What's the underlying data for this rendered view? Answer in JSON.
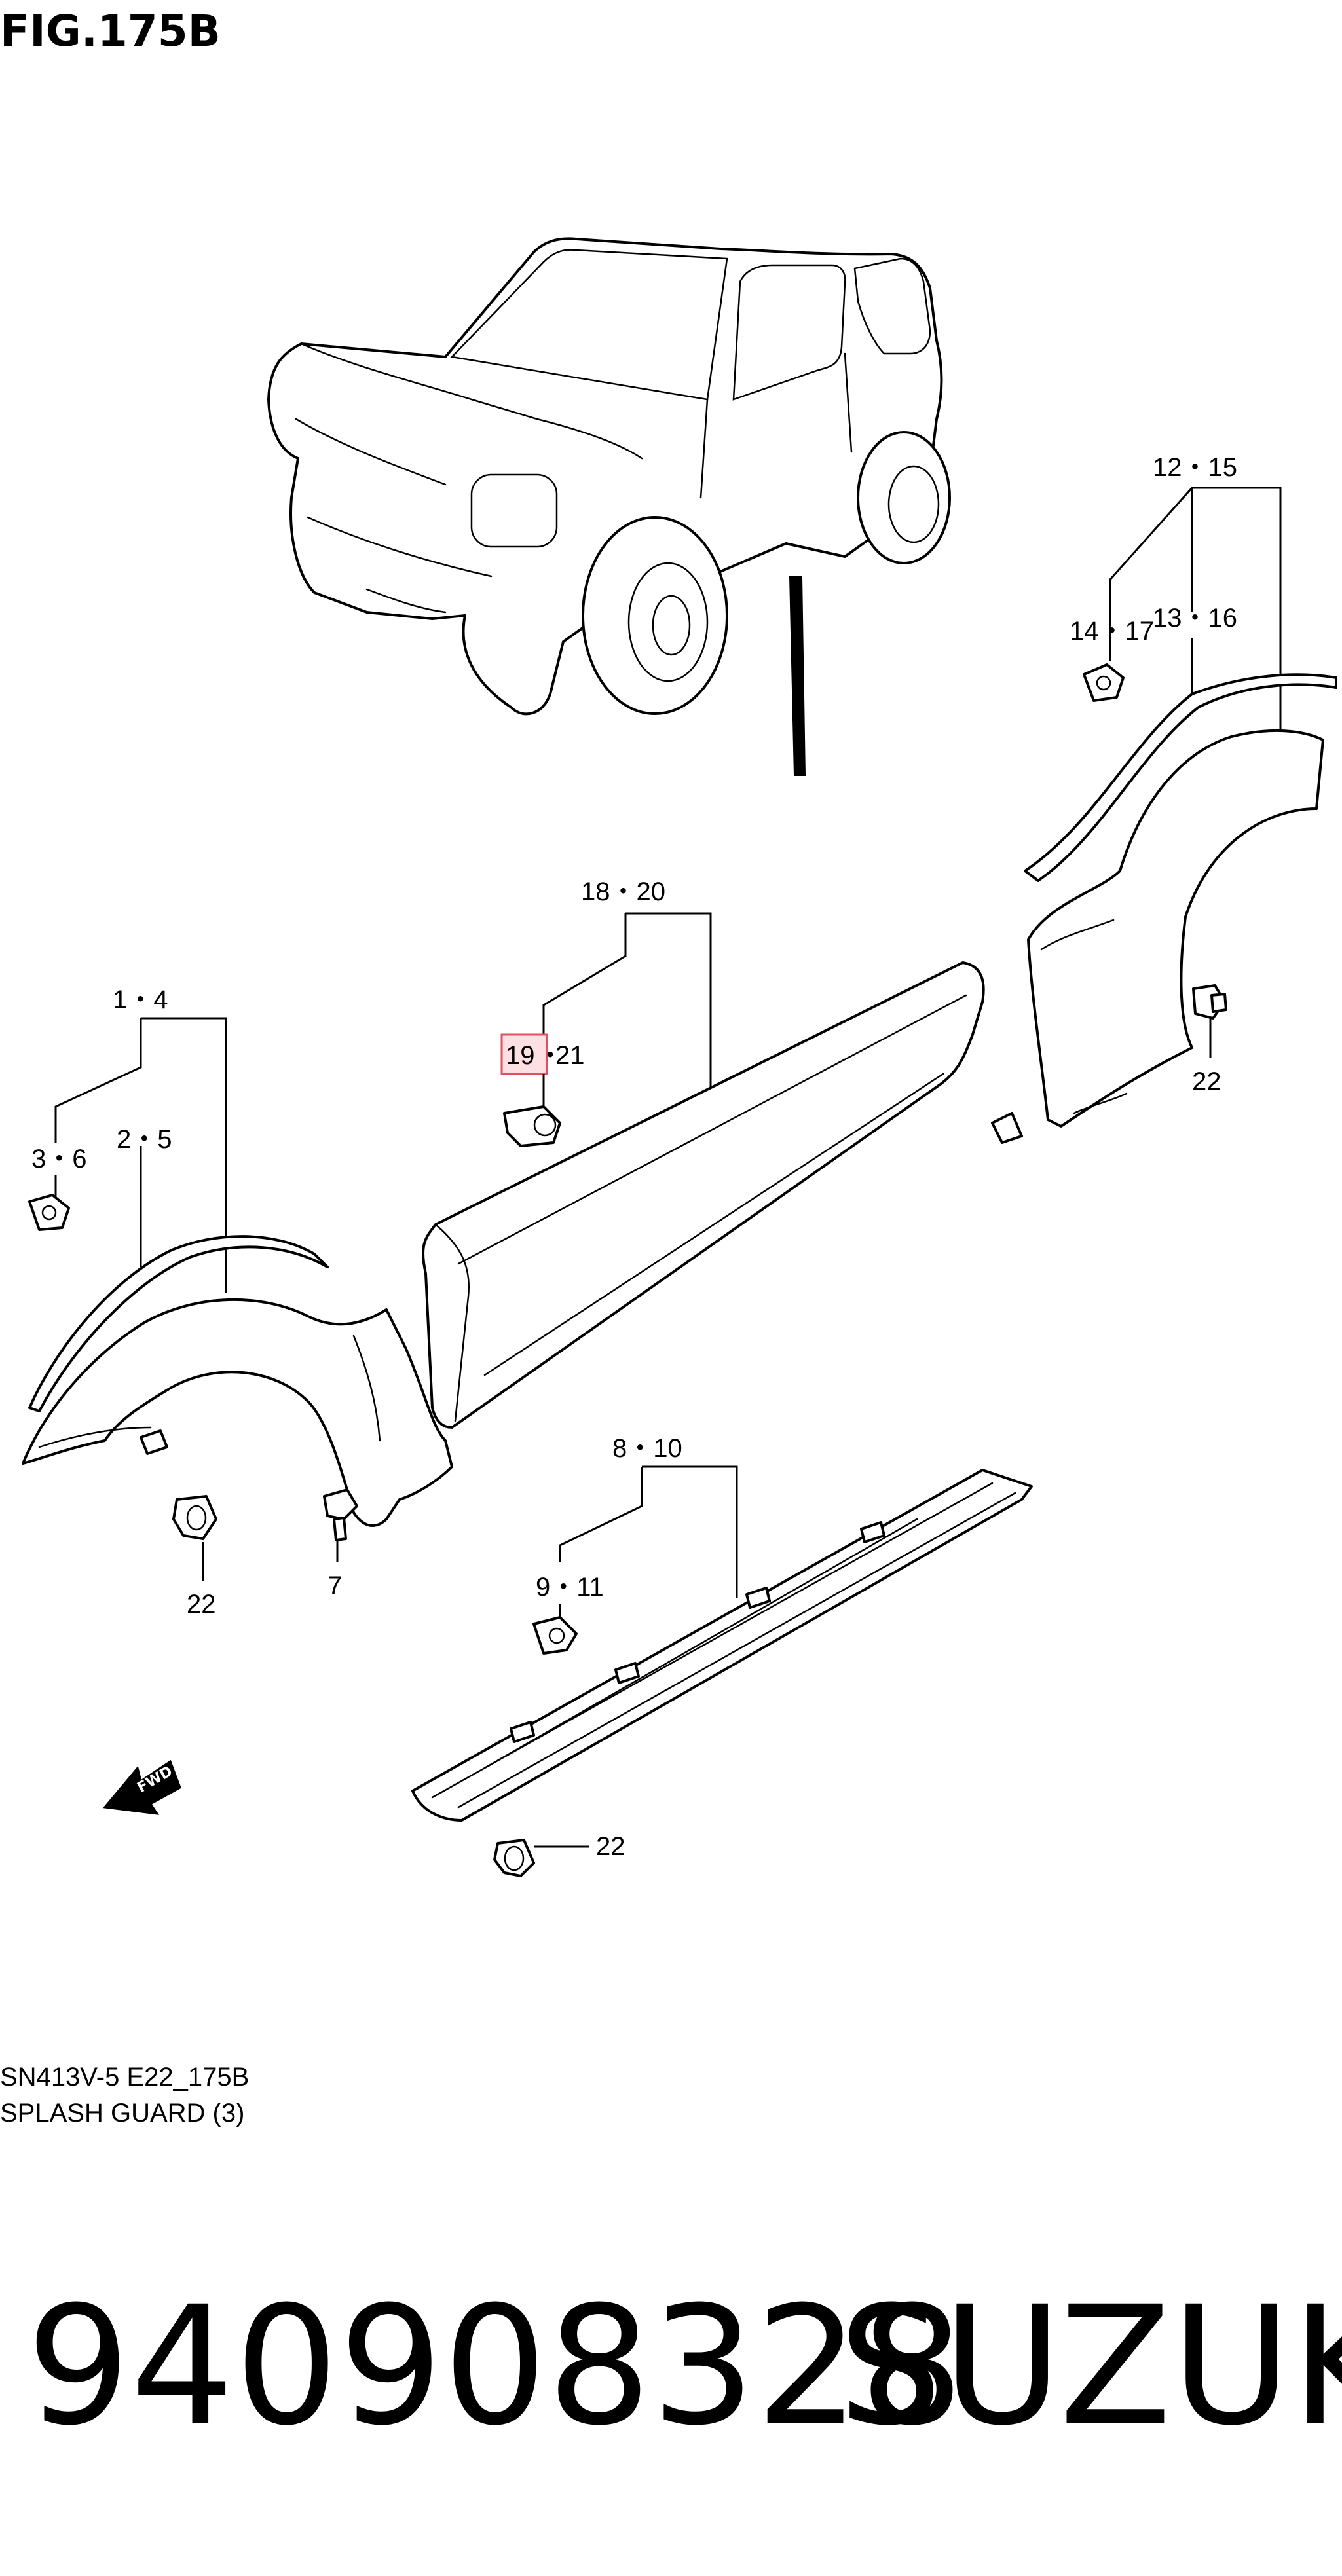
{
  "figure": {
    "title": "FIG.175B",
    "model_code": "SN413V-5 E22_175B",
    "section": "SPLASH GUARD (3)"
  },
  "callouts": {
    "c12_15": "12・15",
    "c14_17": "14・17",
    "c13_16": "13・16",
    "c22_rear": "22",
    "c18_20": "18・20",
    "c19_21_a": "19",
    "c19_21_sep": "・",
    "c19_21_b": "21",
    "c1_4": "1・4",
    "c3_6": "3・6",
    "c2_5": "2・5",
    "c22_front": "22",
    "c7": "7",
    "c8_10": "8・10",
    "c9_11": "9・11",
    "c22_sill": "22"
  },
  "badges": {
    "fwd": "FWD"
  },
  "highlight_color": "#e05060",
  "part_number": "940908328",
  "brand": "SUZUKI"
}
